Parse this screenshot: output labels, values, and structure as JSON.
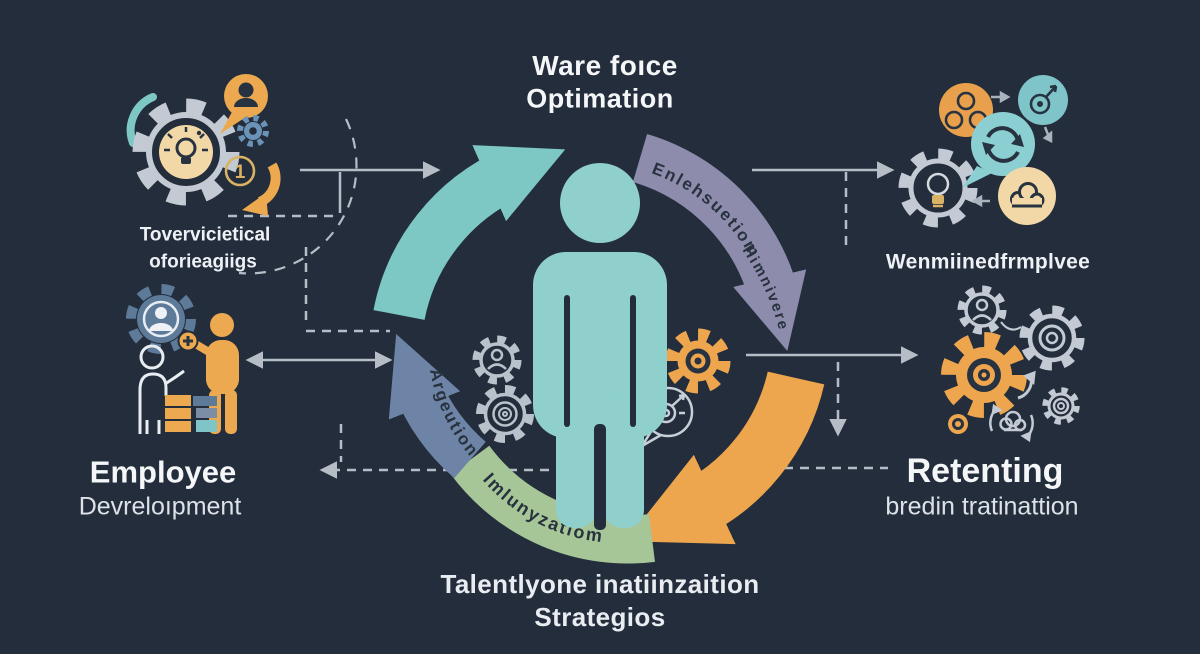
{
  "title": {
    "line1": "Ware foıce",
    "line2": "Optimation"
  },
  "clusters": {
    "top_left": {
      "line1": "Tovervicietical",
      "line2": "oforieagiigs",
      "badge": "1"
    },
    "top_right": {
      "label": "Wenmiinedfrmplvee"
    },
    "left": {
      "line1": "Employee",
      "line2": "Devreloıpment"
    },
    "right": {
      "line1": "Retenting",
      "line2": "bredin tratinattion"
    }
  },
  "cycle_labels": {
    "upper_right_a": "Enlehsuetiom",
    "upper_right_b": "Himnivere",
    "lower_left_a": "Argeution",
    "lower_left_b": "Imlunyzatiom"
  },
  "footer": {
    "line1": "Talentlyone inatiinzaition",
    "line2": "Strategios"
  },
  "colors": {
    "background": "#232d3b",
    "teal_arrow": "#7dc8c4",
    "person_teal": "#8fd0cc",
    "purple_arrow": "#8e8cac",
    "orange": "#eda54e",
    "green_arrow": "#a6c697",
    "slate_arrow": "#6e84a6",
    "icon_outline": "#c3cad3",
    "connector_gray": "#b6bdc6",
    "cream": "#f1d8a6",
    "slate_gear": "#5d7a99",
    "badge_gold": "#d9b264",
    "dark_glyph": "#283342"
  }
}
